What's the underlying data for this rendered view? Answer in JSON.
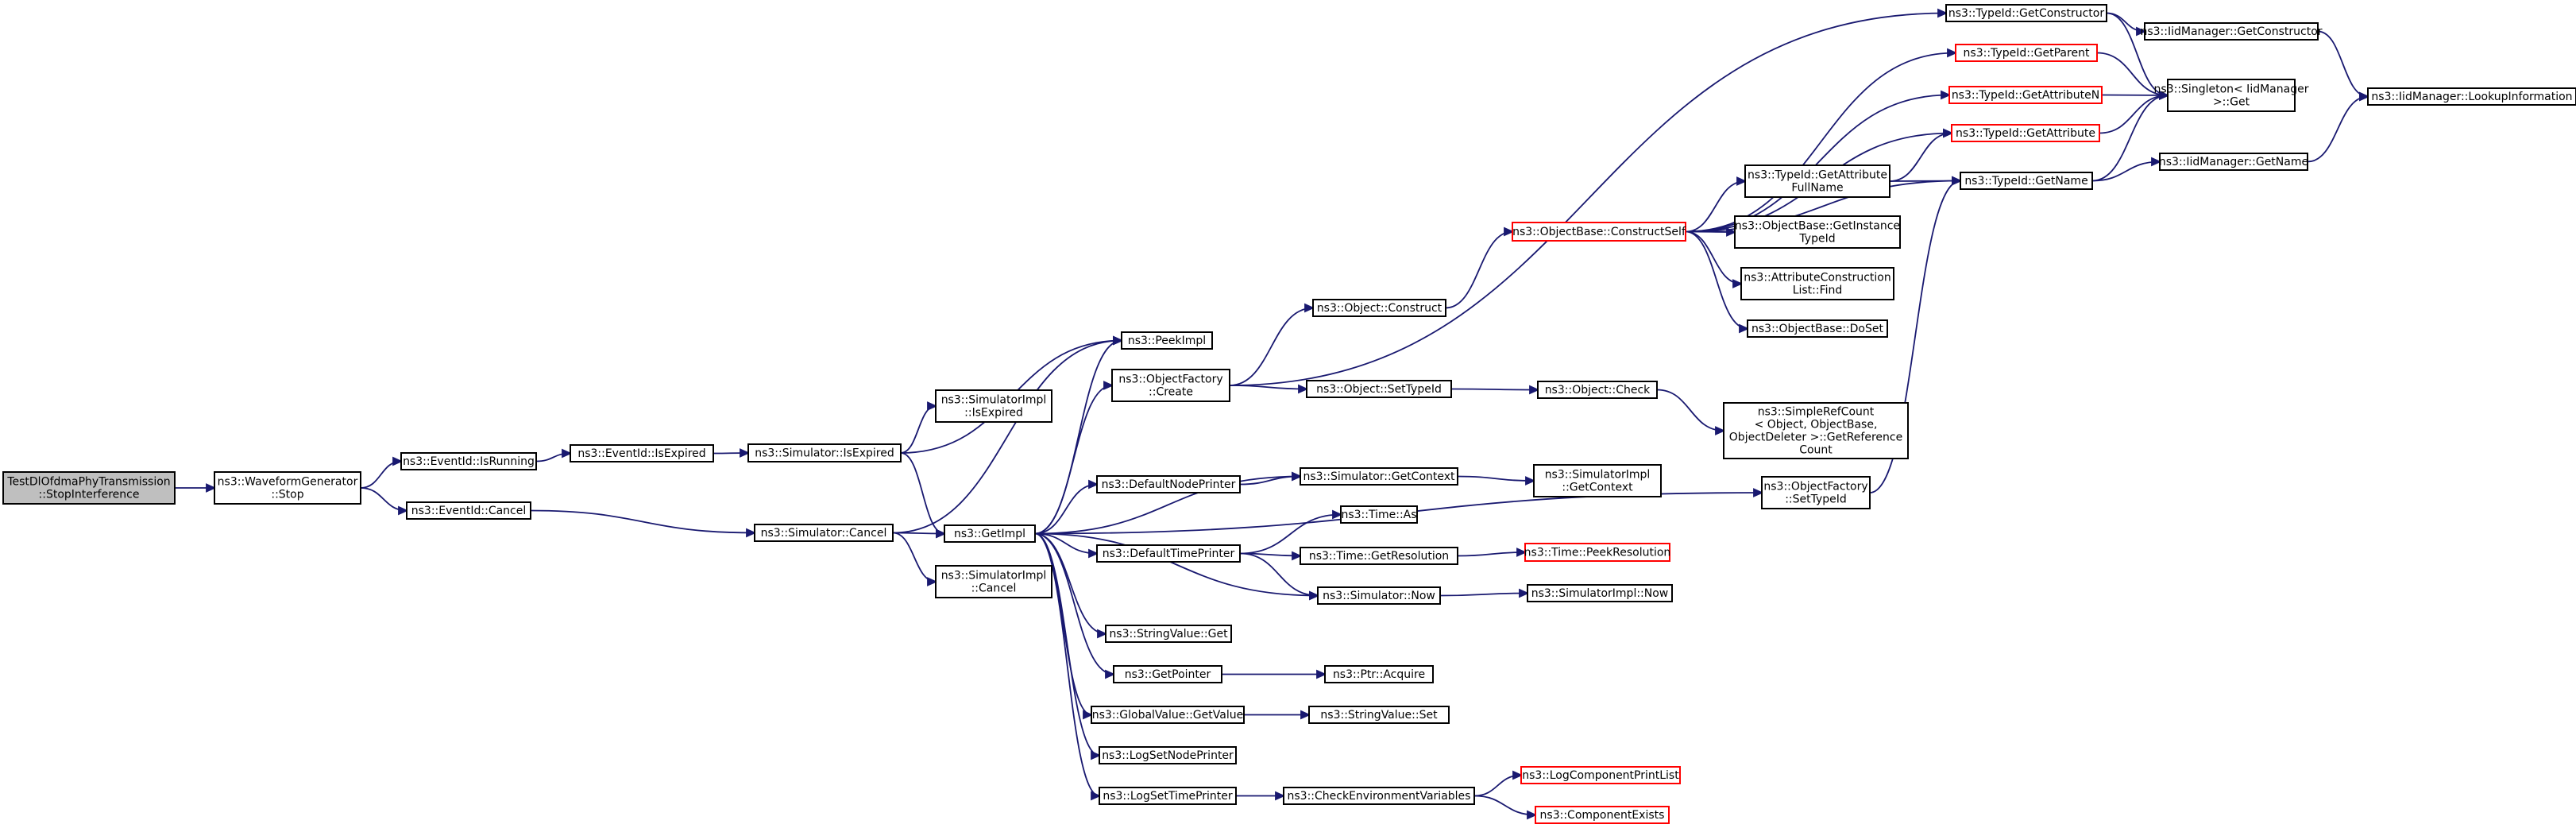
{
  "colors": {
    "node_fill": "#ffffff",
    "node_border": "#000000",
    "node_border_truncated": "#ff0000",
    "root_fill": "#bfbfbf",
    "edge": "#191970"
  },
  "nodes": [
    {
      "id": "root",
      "lines": [
        "TestDlOfdmaPhyTransmission",
        "::StopInterference"
      ],
      "root": true
    },
    {
      "id": "wg_stop",
      "lines": [
        "ns3::WaveformGenerator",
        "::Stop"
      ]
    },
    {
      "id": "eid_isrunning",
      "lines": [
        "ns3::EventId::IsRunning"
      ]
    },
    {
      "id": "eid_cancel",
      "lines": [
        "ns3::EventId::Cancel"
      ]
    },
    {
      "id": "eid_isexpired",
      "lines": [
        "ns3::EventId::IsExpired"
      ]
    },
    {
      "id": "sim_isexpired",
      "lines": [
        "ns3::Simulator::IsExpired"
      ]
    },
    {
      "id": "sim_cancel",
      "lines": [
        "ns3::Simulator::Cancel"
      ]
    },
    {
      "id": "simimpl_isexpired",
      "lines": [
        "ns3::SimulatorImpl",
        "::IsExpired"
      ]
    },
    {
      "id": "simimpl_cancel",
      "lines": [
        "ns3::SimulatorImpl",
        "::Cancel"
      ]
    },
    {
      "id": "getimpl",
      "lines": [
        "ns3::GetImpl"
      ]
    },
    {
      "id": "peekimpl",
      "lines": [
        "ns3::PeekImpl"
      ]
    },
    {
      "id": "objfactory_create",
      "lines": [
        "ns3::ObjectFactory",
        "::Create"
      ]
    },
    {
      "id": "defaultnodeprinter",
      "lines": [
        "ns3::DefaultNodePrinter"
      ]
    },
    {
      "id": "defaulttimeprinter",
      "lines": [
        "ns3::DefaultTimePrinter"
      ]
    },
    {
      "id": "stringvalue_get",
      "lines": [
        "ns3::StringValue::Get"
      ]
    },
    {
      "id": "getpointer",
      "lines": [
        "ns3::GetPointer"
      ]
    },
    {
      "id": "globalvalue_getvalue",
      "lines": [
        "ns3::GlobalValue::GetValue"
      ]
    },
    {
      "id": "logsetnodeprinter",
      "lines": [
        "ns3::LogSetNodePrinter"
      ]
    },
    {
      "id": "logsettimeprinter",
      "lines": [
        "ns3::LogSetTimePrinter"
      ]
    },
    {
      "id": "object_construct",
      "lines": [
        "ns3::Object::Construct"
      ]
    },
    {
      "id": "object_settypeid",
      "lines": [
        "ns3::Object::SetTypeId"
      ]
    },
    {
      "id": "sim_getcontext",
      "lines": [
        "ns3::Simulator::GetContext"
      ]
    },
    {
      "id": "time_as",
      "lines": [
        "ns3::Time::As"
      ]
    },
    {
      "id": "time_getresolution",
      "lines": [
        "ns3::Time::GetResolution"
      ]
    },
    {
      "id": "sim_now",
      "lines": [
        "ns3::Simulator::Now"
      ]
    },
    {
      "id": "ptr_acquire",
      "lines": [
        "ns3::Ptr::Acquire"
      ]
    },
    {
      "id": "stringvalue_set",
      "lines": [
        "ns3::StringValue::Set"
      ]
    },
    {
      "id": "checkenv",
      "lines": [
        "ns3::CheckEnvironmentVariables"
      ]
    },
    {
      "id": "objectbase_constructself",
      "lines": [
        "ns3::ObjectBase::ConstructSelf"
      ],
      "truncated": true
    },
    {
      "id": "object_check",
      "lines": [
        "ns3::Object::Check"
      ]
    },
    {
      "id": "simimpl_getcontext",
      "lines": [
        "ns3::SimulatorImpl",
        "::GetContext"
      ]
    },
    {
      "id": "time_peekresolution",
      "lines": [
        "ns3::Time::PeekResolution"
      ],
      "truncated": true
    },
    {
      "id": "simimpl_now",
      "lines": [
        "ns3::SimulatorImpl::Now"
      ]
    },
    {
      "id": "logcomponentprintlist",
      "lines": [
        "ns3::LogComponentPrintList"
      ],
      "truncated": true
    },
    {
      "id": "componentexists",
      "lines": [
        "ns3::ComponentExists"
      ],
      "truncated": true
    },
    {
      "id": "typeid_getattributefullname",
      "lines": [
        "ns3::TypeId::GetAttribute",
        "FullName"
      ]
    },
    {
      "id": "objectbase_getinstancetypeid",
      "lines": [
        "ns3::ObjectBase::GetInstance",
        "TypeId"
      ]
    },
    {
      "id": "attrconstructionlist_find",
      "lines": [
        "ns3::AttributeConstruction",
        "List::Find"
      ]
    },
    {
      "id": "objectbase_doset",
      "lines": [
        "ns3::ObjectBase::DoSet"
      ]
    },
    {
      "id": "simplerefcount",
      "lines": [
        "ns3::SimpleRefCount",
        "< Object, ObjectBase,",
        " ObjectDeleter >::GetReference",
        "Count"
      ]
    },
    {
      "id": "objfactory_settypeid",
      "lines": [
        "ns3::ObjectFactory",
        "::SetTypeId"
      ]
    },
    {
      "id": "typeid_getconstructor",
      "lines": [
        "ns3::TypeId::GetConstructor"
      ]
    },
    {
      "id": "typeid_getparent",
      "lines": [
        "ns3::TypeId::GetParent"
      ],
      "truncated": true
    },
    {
      "id": "typeid_getattributen",
      "lines": [
        "ns3::TypeId::GetAttributeN"
      ],
      "truncated": true
    },
    {
      "id": "typeid_getattribute",
      "lines": [
        "ns3::TypeId::GetAttribute"
      ],
      "truncated": true
    },
    {
      "id": "typeid_getname",
      "lines": [
        "ns3::TypeId::GetName"
      ]
    },
    {
      "id": "iidmanager_getconstructor",
      "lines": [
        "ns3::IidManager::GetConstructor"
      ]
    },
    {
      "id": "singleton_get",
      "lines": [
        "ns3::Singleton< IidManager",
        " >::Get"
      ]
    },
    {
      "id": "iidmanager_getname",
      "lines": [
        "ns3::IidManager::GetName"
      ]
    },
    {
      "id": "iidmanager_lookupinformation",
      "lines": [
        "ns3::IidManager::LookupInformation"
      ]
    }
  ],
  "edges": [
    [
      "root",
      "wg_stop"
    ],
    [
      "wg_stop",
      "eid_isrunning"
    ],
    [
      "wg_stop",
      "eid_cancel"
    ],
    [
      "eid_isrunning",
      "eid_isexpired"
    ],
    [
      "eid_isexpired",
      "sim_isexpired"
    ],
    [
      "eid_cancel",
      "sim_cancel"
    ],
    [
      "sim_isexpired",
      "simimpl_isexpired"
    ],
    [
      "sim_isexpired",
      "peekimpl"
    ],
    [
      "sim_isexpired",
      "getimpl"
    ],
    [
      "sim_cancel",
      "peekimpl"
    ],
    [
      "sim_cancel",
      "getimpl"
    ],
    [
      "sim_cancel",
      "simimpl_cancel"
    ],
    [
      "getimpl",
      "peekimpl"
    ],
    [
      "getimpl",
      "objfactory_create"
    ],
    [
      "getimpl",
      "defaultnodeprinter"
    ],
    [
      "getimpl",
      "defaulttimeprinter"
    ],
    [
      "getimpl",
      "stringvalue_get"
    ],
    [
      "getimpl",
      "getpointer"
    ],
    [
      "getimpl",
      "globalvalue_getvalue"
    ],
    [
      "getimpl",
      "logsetnodeprinter"
    ],
    [
      "getimpl",
      "logsettimeprinter"
    ],
    [
      "getimpl",
      "objfactory_settypeid"
    ],
    [
      "getimpl",
      "sim_getcontext"
    ],
    [
      "getimpl",
      "sim_now"
    ],
    [
      "objfactory_create",
      "object_construct"
    ],
    [
      "objfactory_create",
      "object_settypeid"
    ],
    [
      "objfactory_create",
      "typeid_getconstructor"
    ],
    [
      "defaultnodeprinter",
      "sim_getcontext"
    ],
    [
      "defaulttimeprinter",
      "time_as"
    ],
    [
      "defaulttimeprinter",
      "time_getresolution"
    ],
    [
      "defaulttimeprinter",
      "sim_now"
    ],
    [
      "getpointer",
      "ptr_acquire"
    ],
    [
      "globalvalue_getvalue",
      "stringvalue_set"
    ],
    [
      "logsettimeprinter",
      "checkenv"
    ],
    [
      "object_construct",
      "objectbase_constructself"
    ],
    [
      "object_settypeid",
      "object_check"
    ],
    [
      "sim_getcontext",
      "simimpl_getcontext"
    ],
    [
      "time_getresolution",
      "time_peekresolution"
    ],
    [
      "sim_now",
      "simimpl_now"
    ],
    [
      "checkenv",
      "logcomponentprintlist"
    ],
    [
      "checkenv",
      "componentexists"
    ],
    [
      "object_check",
      "simplerefcount"
    ],
    [
      "objectbase_constructself",
      "typeid_getparent"
    ],
    [
      "objectbase_constructself",
      "typeid_getattributen"
    ],
    [
      "objectbase_constructself",
      "typeid_getattribute"
    ],
    [
      "objectbase_constructself",
      "typeid_getattributefullname"
    ],
    [
      "objectbase_constructself",
      "objectbase_getinstancetypeid"
    ],
    [
      "objectbase_constructself",
      "attrconstructionlist_find"
    ],
    [
      "objectbase_constructself",
      "objectbase_doset"
    ],
    [
      "objectbase_constructself",
      "typeid_getname"
    ],
    [
      "typeid_getattributefullname",
      "typeid_getattribute"
    ],
    [
      "typeid_getattributefullname",
      "typeid_getname"
    ],
    [
      "objfactory_settypeid",
      "typeid_getname"
    ],
    [
      "typeid_getconstructor",
      "iidmanager_getconstructor"
    ],
    [
      "typeid_getconstructor",
      "singleton_get"
    ],
    [
      "typeid_getparent",
      "singleton_get"
    ],
    [
      "typeid_getattributen",
      "singleton_get"
    ],
    [
      "typeid_getattribute",
      "singleton_get"
    ],
    [
      "typeid_getname",
      "singleton_get"
    ],
    [
      "typeid_getname",
      "iidmanager_getname"
    ],
    [
      "iidmanager_getconstructor",
      "iidmanager_lookupinformation"
    ],
    [
      "iidmanager_getname",
      "iidmanager_lookupinformation"
    ]
  ]
}
